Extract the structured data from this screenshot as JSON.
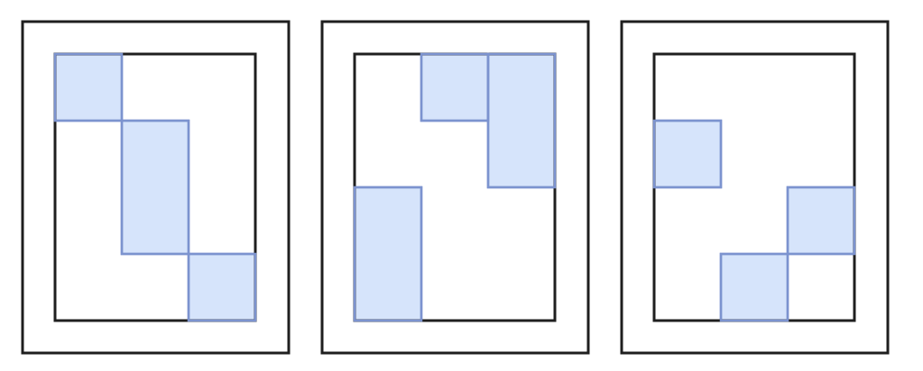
{
  "colors": {
    "frame_stroke": "#1f1f1f",
    "cell_fill": "#d6e4fb",
    "cell_stroke": "#7c93cf",
    "background": "#ffffff"
  },
  "panels": [
    {
      "name": "panel-1",
      "grid": {
        "cols": 3,
        "rows": 4
      },
      "cells": [
        {
          "col": 0,
          "row": 0,
          "w": 1,
          "h": 1
        },
        {
          "col": 1,
          "row": 1,
          "w": 1,
          "h": 2
        },
        {
          "col": 2,
          "row": 3,
          "w": 1,
          "h": 1
        }
      ]
    },
    {
      "name": "panel-2",
      "grid": {
        "cols": 3,
        "rows": 4
      },
      "cells": [
        {
          "col": 1,
          "row": 0,
          "w": 1,
          "h": 1
        },
        {
          "col": 2,
          "row": 0,
          "w": 1,
          "h": 2
        },
        {
          "col": 0,
          "row": 2,
          "w": 1,
          "h": 2
        }
      ]
    },
    {
      "name": "panel-3",
      "grid": {
        "cols": 3,
        "rows": 4
      },
      "cells": [
        {
          "col": 0,
          "row": 1,
          "w": 1,
          "h": 1
        },
        {
          "col": 2,
          "row": 2,
          "w": 1,
          "h": 1
        },
        {
          "col": 1,
          "row": 3,
          "w": 1,
          "h": 1
        }
      ]
    }
  ]
}
